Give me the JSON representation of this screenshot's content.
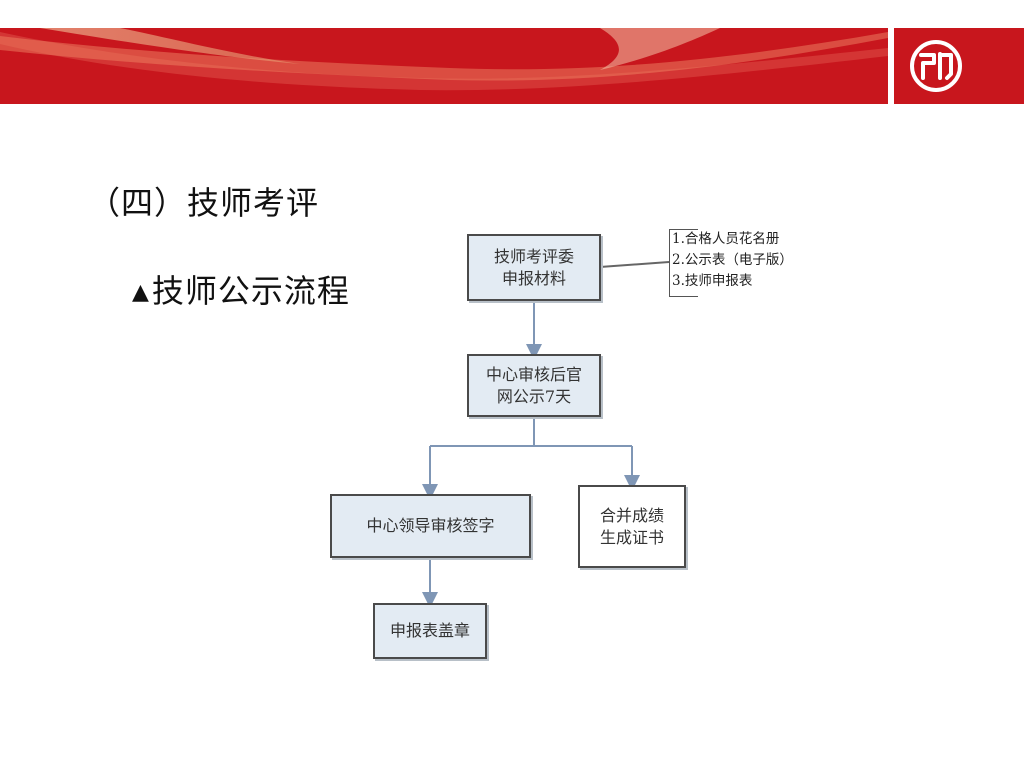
{
  "slide": {
    "heading": "（四）技师考评",
    "subheading_marker": "▲",
    "subheading": "技师公示流程"
  },
  "colors": {
    "banner_red": "#c8161d",
    "box_fill": "#e3ebf3",
    "box_border": "#4a4a4a",
    "arrow": "#7f96b5"
  },
  "flow": {
    "step1": {
      "line1": "技师考评委",
      "line2": "申报材料"
    },
    "materials": [
      "1.合格人员花名册",
      "2.公示表（电子版）",
      "3.技师申报表"
    ],
    "step2": {
      "line1": "中心审核后官",
      "line2": "网公示7天"
    },
    "step3": {
      "line1": "中心领导审核签字"
    },
    "step4": {
      "line1": "合并成绩",
      "line2": "生成证书"
    },
    "step5": {
      "line1": "申报表盖章"
    }
  }
}
